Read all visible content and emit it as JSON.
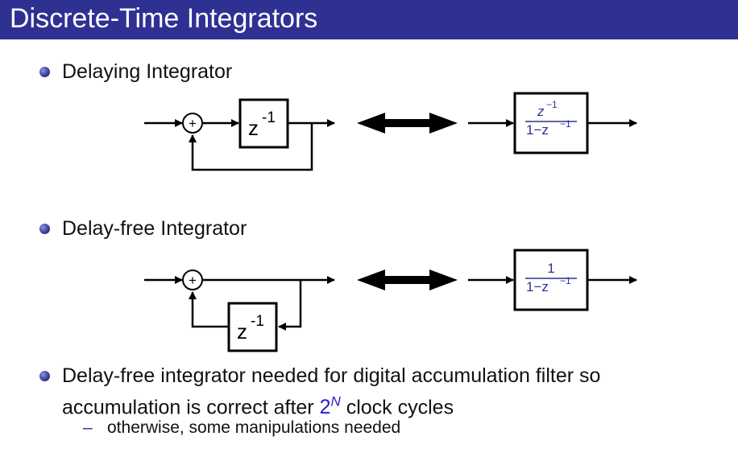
{
  "slide": {
    "title": "Discrete-Time Integrators"
  },
  "bullets": [
    {
      "text": "Delaying Integrator"
    },
    {
      "text": "Delay-free Integrator"
    },
    {
      "line1": "Delay-free integrator needed for digital accumulation filter so",
      "line2_before": "accumulation is correct after ",
      "line2_base": "2",
      "line2_sup": "N",
      "line2_after": " clock cycles",
      "sub": {
        "dash": "–",
        "text": "otherwise, some manipulations needed"
      }
    }
  ],
  "diagrams": {
    "delaying": {
      "sum_symbol": "+",
      "delay_base": "z",
      "delay_exp": "-1",
      "tf_num_base": "z",
      "tf_num_exp": "−1",
      "tf_den_base": "1−z",
      "tf_den_exp": "−1"
    },
    "delay_free": {
      "sum_symbol": "+",
      "delay_base": "z",
      "delay_exp": "-1",
      "tf_num": "1",
      "tf_den_base": "1−z",
      "tf_den_exp": "−1"
    }
  },
  "colors": {
    "title_bar": "#2e3192",
    "title_text": "#ffffff",
    "accent_blue": "#2020d0",
    "fraction_text": "#2e3192"
  }
}
